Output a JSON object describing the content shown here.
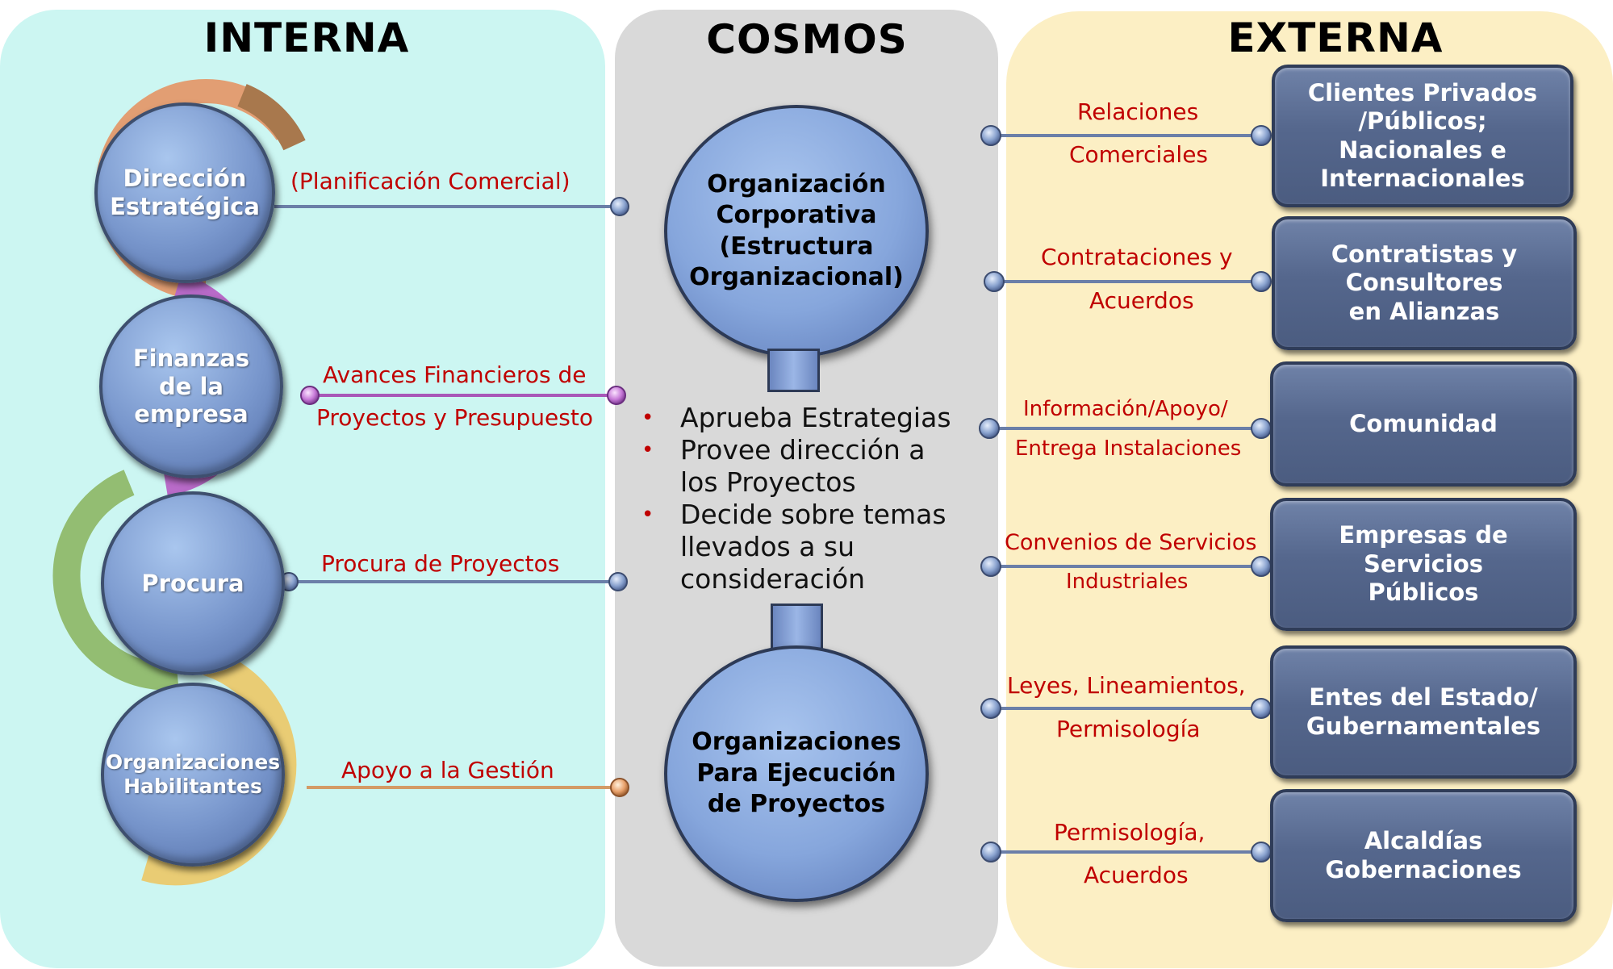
{
  "headings": {
    "interna": "INTERNA",
    "cosmos": "COSMOS",
    "externa": "EXTERNA"
  },
  "interna": {
    "units": [
      {
        "name": "Dirección Estratégica",
        "lines": [
          "Dirección",
          "Estratégica"
        ],
        "link": "(Planificación Comercial)",
        "arc_color": "#e79a6b"
      },
      {
        "name": "Finanzas de la empresa",
        "lines": [
          "Finanzas",
          "de la",
          "empresa"
        ],
        "link_lines": [
          "Avances Financieros de",
          "Proyectos y Presupuesto"
        ],
        "arc_color": "#b667c6"
      },
      {
        "name": "Procura",
        "lines": [
          "Procura"
        ],
        "link": "Procura de Proyectos",
        "arc_color": "#8fba6b"
      },
      {
        "name": "Organizaciones Habilitantes",
        "lines": [
          "Organizaciones",
          "Habilitantes"
        ],
        "link": "Apoyo a la Gestión",
        "arc_color": "#e8c86a"
      }
    ]
  },
  "cosmos": {
    "top": [
      "Organización",
      "Corporativa",
      "(Estructura",
      "Organizacional)"
    ],
    "bottom": [
      "Organizaciones",
      "Para Ejecución",
      "de Proyectos"
    ],
    "bullets": [
      "Aprueba Estrategias",
      "Provee dirección a los Proyectos",
      "Decide sobre temas llevados a su consideración"
    ]
  },
  "externa": {
    "items": [
      {
        "link_lines": [
          "Relaciones",
          "Comerciales"
        ],
        "box_lines": [
          "Clientes Privados",
          "/Públicos;",
          "Nacionales e",
          "Internacionales"
        ]
      },
      {
        "link_lines": [
          "Contrataciones y",
          "Acuerdos"
        ],
        "box_lines": [
          "Contratistas y",
          "Consultores",
          "en Alianzas"
        ]
      },
      {
        "link_lines": [
          "Información/Apoyo/",
          "Entrega Instalaciones"
        ],
        "box_lines": [
          "Comunidad"
        ]
      },
      {
        "link_lines": [
          "Convenios de Servicios",
          "Industriales"
        ],
        "box_lines": [
          "Empresas de",
          "Servicios",
          "Públicos"
        ]
      },
      {
        "link_lines": [
          "Leyes, Lineamientos,",
          "Permisología"
        ],
        "box_lines": [
          "Entes del Estado/",
          "Gubernamentales"
        ]
      },
      {
        "link_lines": [
          "Permisología,",
          "Acuerdos"
        ],
        "box_lines": [
          "Alcaldías",
          "Gobernaciones"
        ]
      }
    ]
  },
  "colors": {
    "interna_bg": "#ccf6f2",
    "cosmos_bg": "#d9d9d9",
    "externa_bg": "#fcefc4",
    "label_red": "#c00000",
    "box_fill": "#56688e",
    "circle_fill": "#7c9ad0"
  }
}
